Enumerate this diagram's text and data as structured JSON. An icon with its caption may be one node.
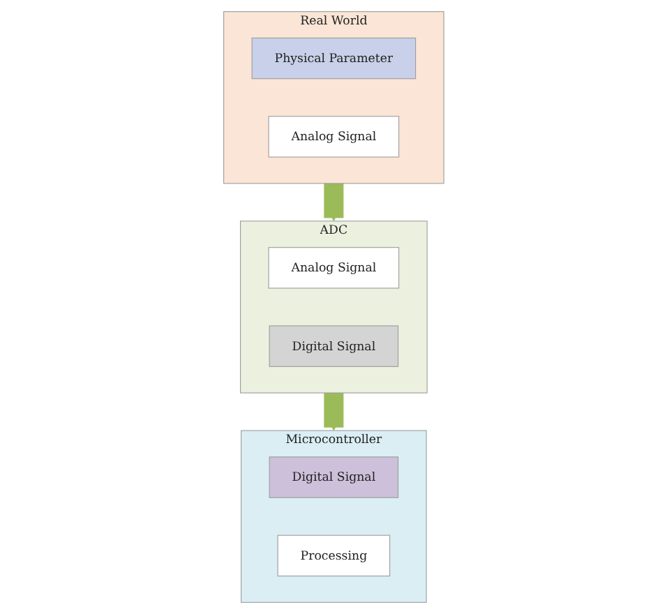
{
  "diagram": {
    "nodes": [
      {
        "text": [
          "Real World"
        ]
      },
      {
        "text": [
          "Physical Parameter"
        ],
        "in": 0
      },
      {
        "text": [
          "Analog Signal"
        ],
        "in": 0
      },
      {
        "text": [
          "ADC"
        ]
      },
      {
        "text": [
          "Analog Signal"
        ],
        "in": 3
      },
      {
        "text": [
          "Digital Signal"
        ],
        "in": 3
      },
      {
        "text": [
          "Microcontroller"
        ]
      },
      {
        "text": [
          "Digital Signal"
        ],
        "in": 6
      },
      {
        "text": [
          "Processing"
        ],
        "in": 6
      }
    ],
    "edges": [
      {
        "from": 0,
        "to": 3,
        "arrow": "to"
      },
      {
        "from": 3,
        "to": 6,
        "arrow": "to"
      }
    ]
  }
}
